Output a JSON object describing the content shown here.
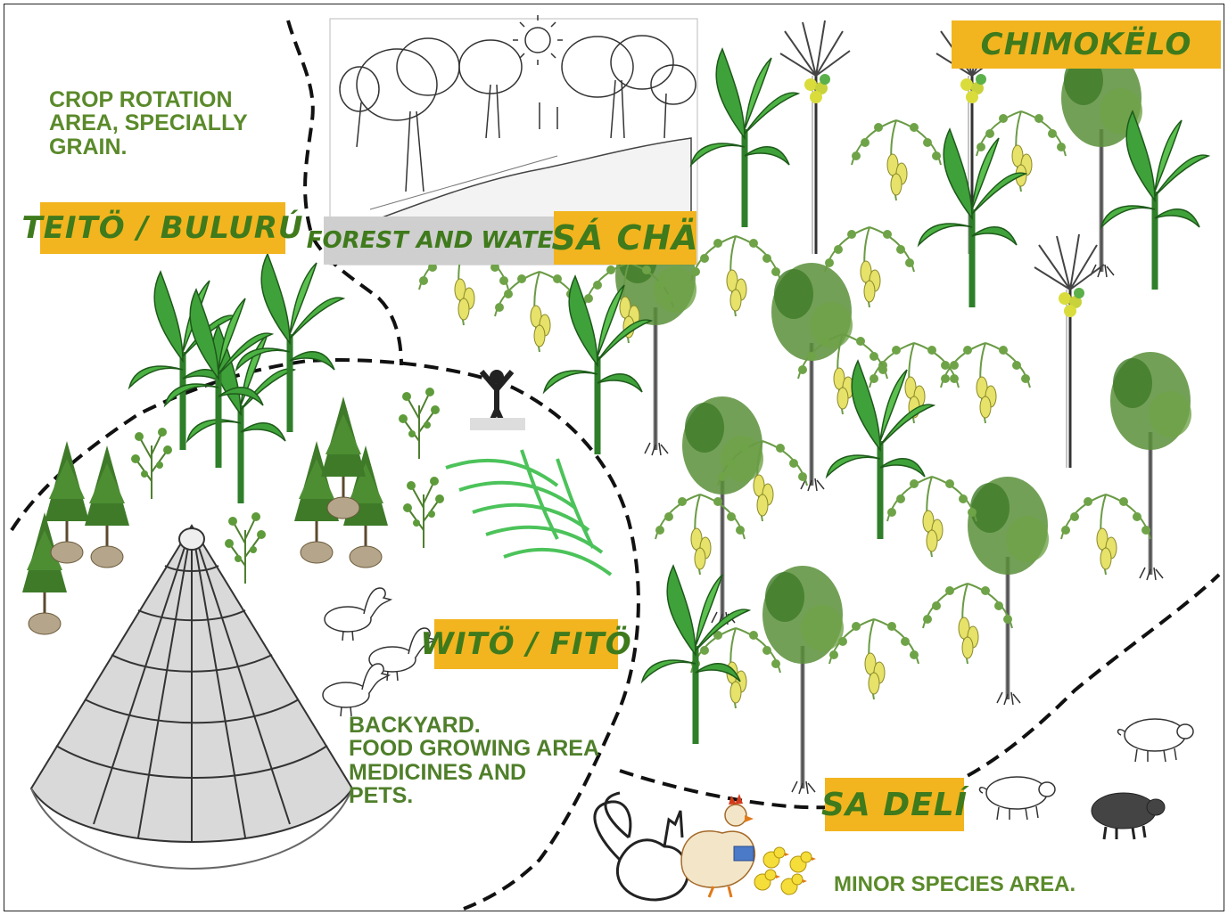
{
  "labels": {
    "chimokelo": "CHIMOKËLO",
    "teito_buluru": "TEITÖ / BULURÚ",
    "forest_and_water": "FOREST AND WATER",
    "sa_cha": "SÁ CHÄ",
    "wito_fito": "WITÖ / FITÖ",
    "sa_deli": "SA DELÍ"
  },
  "notes": {
    "crop_rotation": [
      "CROP ROTATION",
      "AREA, SPECIALLY",
      "GRAIN."
    ],
    "backyard": [
      "BACKYARD.",
      "FOOD GROWING AREA",
      "MEDICINES AND",
      "PETS."
    ],
    "minor_species": "MINOR SPECIES AREA."
  },
  "colors": {
    "label_bg": "#f2b51f",
    "label_text": "#3f7a1c",
    "note_text": "#5a8a2a",
    "forest_label_bg": "#cfcfcf",
    "boundary": "#111111"
  }
}
